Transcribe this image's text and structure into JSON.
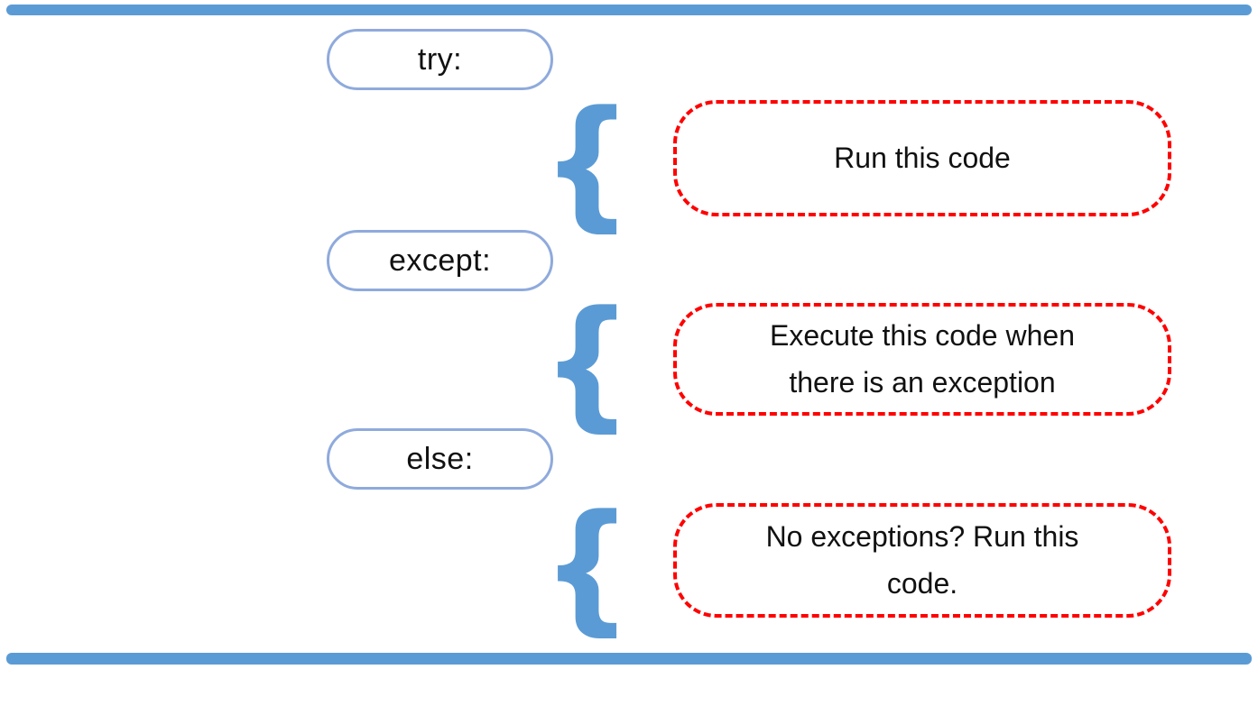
{
  "colors": {
    "accent_blue": "#5B9BD5",
    "pill_border": "#8FAADC",
    "dashed_red": "#FF0000",
    "text": "#111111"
  },
  "rows": [
    {
      "keyword": "try:",
      "brace": "{",
      "note_lines": [
        "Run this code"
      ]
    },
    {
      "keyword": "except:",
      "brace": "{",
      "note_lines": [
        "Execute this code when",
        "there is an exception"
      ]
    },
    {
      "keyword": "else:",
      "brace": "{",
      "note_lines": [
        "No exceptions? Run this",
        "code."
      ]
    }
  ]
}
